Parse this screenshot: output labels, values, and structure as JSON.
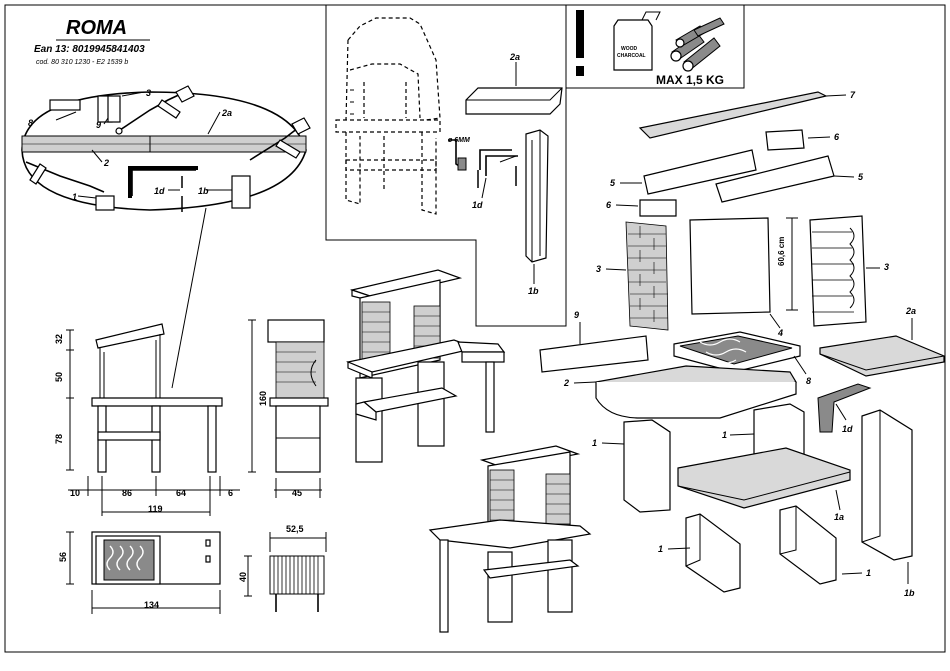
{
  "product": {
    "title": "ROMA",
    "ean": "Ean 13:  8019945841403",
    "code": "cod. 80 310 1230 - E2 1539 b"
  },
  "warning": {
    "max_load": "MAX 1,5 KG",
    "bag_text_line1": "WOOD",
    "bag_text_line2": "CHARCOAL"
  },
  "detail_view": {
    "labels": [
      "8",
      "9",
      "3",
      "2a",
      "2",
      "1",
      "1d",
      "1b"
    ]
  },
  "exploded_top": {
    "screw_note": "ø 6MM",
    "labels": [
      "2a",
      "1d",
      "1b"
    ]
  },
  "dimensions": {
    "front_heights": [
      "32",
      "50",
      "78"
    ],
    "front_widths": [
      "10",
      "86",
      "64",
      "6"
    ],
    "front_total_width": "119",
    "side_height": "160",
    "side_width": "45",
    "plan_depth": "56",
    "plan_width": "134",
    "grill_width": "52,5",
    "grill_depth": "40",
    "firebox_height": "60,6 cm"
  },
  "parts_labels": {
    "p7": "7",
    "p6a": "6",
    "p5a": "5",
    "p5b": "5",
    "p6b": "6",
    "p3a": "3",
    "p3b": "3",
    "p4": "4",
    "p9": "9",
    "p2a": "2a",
    "p2": "2",
    "p8": "8",
    "p1a": "1",
    "p1b": "1",
    "p1d": "1d",
    "p1a_base": "1a",
    "p1c": "1",
    "p1e": "1",
    "p1b_side": "1b"
  }
}
